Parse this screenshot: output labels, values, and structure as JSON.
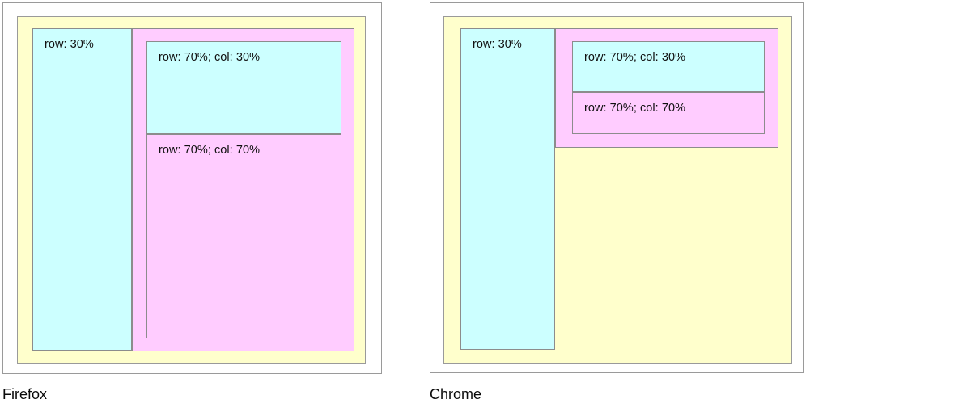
{
  "page": {
    "title": "CSS frameset row/column sizing comparison",
    "background_color": "#ffffff"
  },
  "colors": {
    "cyan_cell": "#ccffff",
    "pink_cell": "#ffccff",
    "yellow_frame": "#ffffcc",
    "border": "#8c8c8c",
    "outer_border": "#9a9a9a",
    "text": "#101010"
  },
  "figures": [
    {
      "id": "firefox",
      "caption": "Firefox",
      "cells": {
        "row30": "row: 30%",
        "col30": "row: 70%; col: 30%",
        "col70": "row: 70%; col: 70%"
      }
    },
    {
      "id": "chrome",
      "caption": "Chrome",
      "cells": {
        "row30": "row: 30%",
        "col30": "row: 70%; col: 30%",
        "col70": "row: 70%; col: 70%"
      }
    }
  ]
}
